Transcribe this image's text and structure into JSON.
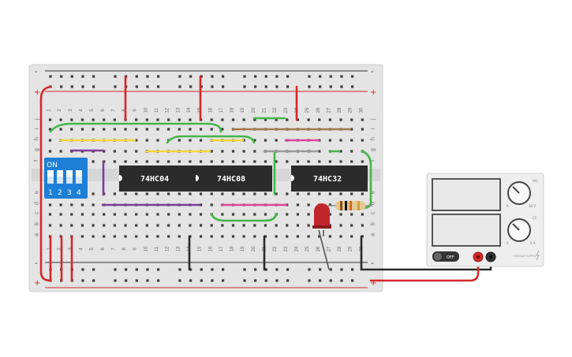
{
  "breadboard": {
    "rail_plus_label": "+",
    "rail_minus_label": "-",
    "column_labels": [
      "1",
      "2",
      "3",
      "4",
      "5",
      "6",
      "7",
      "8",
      "9",
      "10",
      "11",
      "12",
      "13",
      "14",
      "15",
      "16",
      "17",
      "18",
      "19",
      "20",
      "21",
      "22",
      "23",
      "24",
      "25",
      "26",
      "27",
      "28",
      "29",
      "30"
    ],
    "top_row_labels": [
      "j",
      "i",
      "h",
      "g",
      "f"
    ],
    "bottom_row_labels": [
      "e",
      "d",
      "c",
      "b",
      "a"
    ]
  },
  "dip_switch": {
    "on_label": "ON",
    "switch_labels": [
      "1",
      "2",
      "3",
      "4"
    ],
    "color": "#1e7fd6"
  },
  "chips": [
    {
      "label": "74HC04"
    },
    {
      "label": "74HC08"
    },
    {
      "label": "74HC32"
    }
  ],
  "power_supply": {
    "off_label": "OFF",
    "brand_label": "VOLTAGE SUPPLY",
    "knob1_scale": [
      "0",
      "30 V"
    ],
    "knob2_scale": [
      "0",
      "5 A"
    ],
    "knob1_label": "V/C",
    "knob2_label": "CC"
  },
  "components": {
    "led_color": "#c0262b",
    "resistor_bands": [
      "#8b4a1c",
      "#111111",
      "#d2691e",
      "#c9a43a"
    ]
  },
  "wire_colors": {
    "red": "#d62728",
    "green": "#45b649",
    "yellow": "#f4d63a",
    "purple": "#7d3c98",
    "brown": "#a0784a",
    "pink": "#e0449a",
    "gray": "#9a9a9a",
    "black": "#2a2a2a"
  }
}
